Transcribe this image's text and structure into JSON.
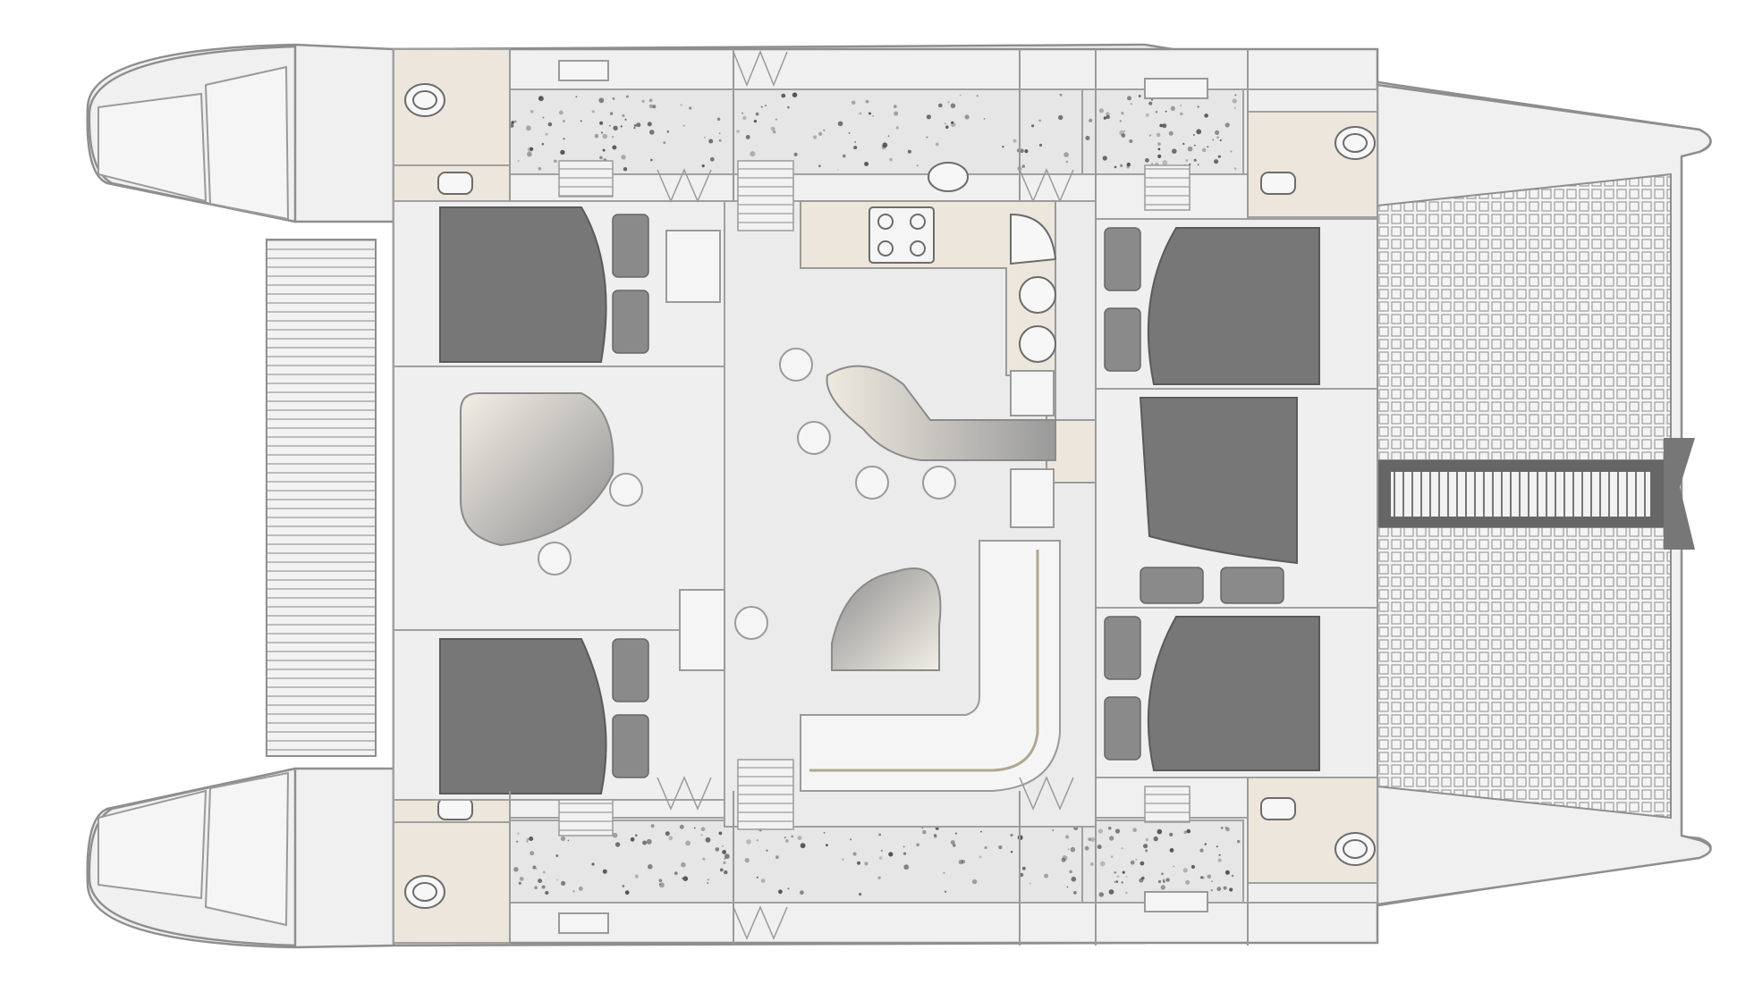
{
  "diagram": {
    "type": "floor-plan",
    "subject": "catamaran",
    "cabins": 4,
    "bathrooms": 4,
    "colors": {
      "hull_fill": "#f0f0f0",
      "outline": "#8e8e8e",
      "bed": "#777777",
      "bath_floor": "#ece6dc",
      "tile_speckle": "#2f2f2f",
      "table_gradient_light": "#f3efe6",
      "table_gradient_dark": "#8f8f8f"
    }
  }
}
